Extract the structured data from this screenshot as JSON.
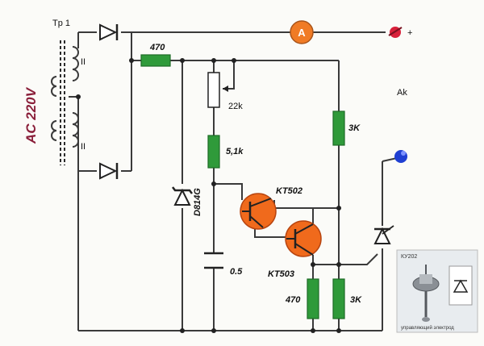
{
  "transformer": {
    "label": "Tp 1",
    "winding_top": "II",
    "winding_bottom": "II"
  },
  "mains": {
    "label": "AC 220V"
  },
  "ammeter": {
    "symbol": "A"
  },
  "terminals": {
    "positive": "+",
    "battery": "Ak"
  },
  "resistors": {
    "r_470_top": "470",
    "r_22k": "22k",
    "r_5k1": "5,1k",
    "r_3k_top": "3K",
    "r_470_bottom": "470",
    "r_3k_bottom": "3K"
  },
  "zener": {
    "label": "D814G"
  },
  "capacitor": {
    "label": "0.5"
  },
  "transistors": {
    "t1": "KT502",
    "t2": "KT503"
  },
  "thyristor_photo": {
    "title": "КУ202",
    "caption": "управляющий электрод"
  }
}
